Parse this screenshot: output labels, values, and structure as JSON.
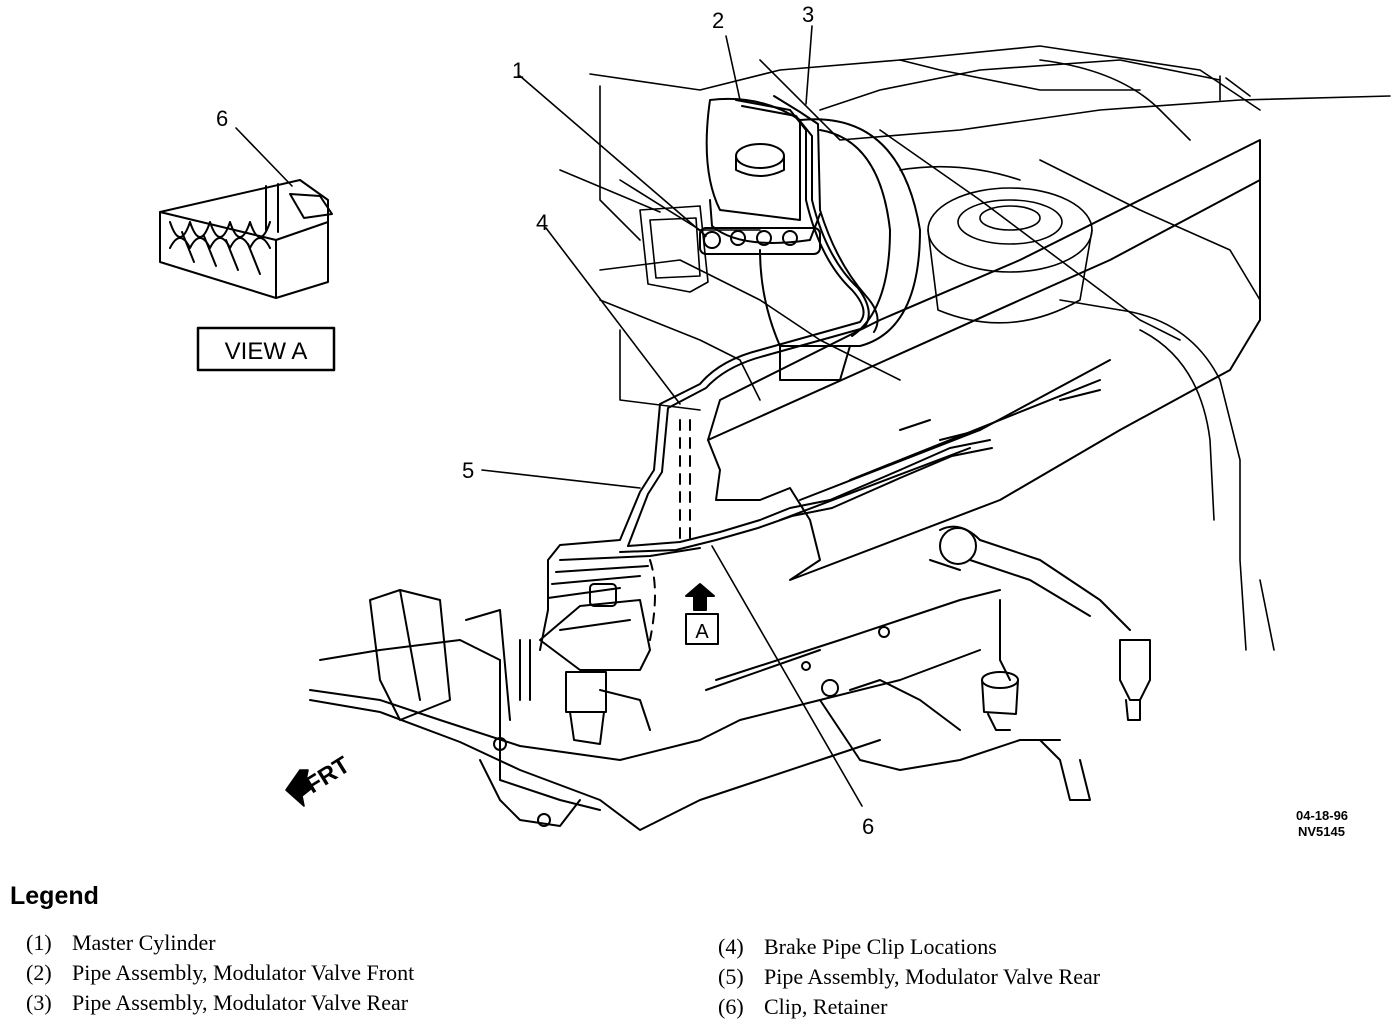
{
  "figure": {
    "callouts": [
      "1",
      "2",
      "3",
      "4",
      "5",
      "6",
      "6"
    ],
    "view_label": "VIEW A",
    "view_marker": "A",
    "direction": "FRT",
    "date_code": "04-18-96",
    "figure_code": "NV5145"
  },
  "legend": {
    "title": "Legend",
    "items": [
      {
        "num": "(1)",
        "label": "Master Cylinder"
      },
      {
        "num": "(2)",
        "label": "Pipe Assembly, Modulator Valve Front"
      },
      {
        "num": "(3)",
        "label": "Pipe Assembly, Modulator Valve Rear"
      },
      {
        "num": "(4)",
        "label": "Brake Pipe Clip Locations"
      },
      {
        "num": "(5)",
        "label": "Pipe Assembly, Modulator Valve Rear"
      },
      {
        "num": "(6)",
        "label": "Clip, Retainer"
      }
    ]
  }
}
